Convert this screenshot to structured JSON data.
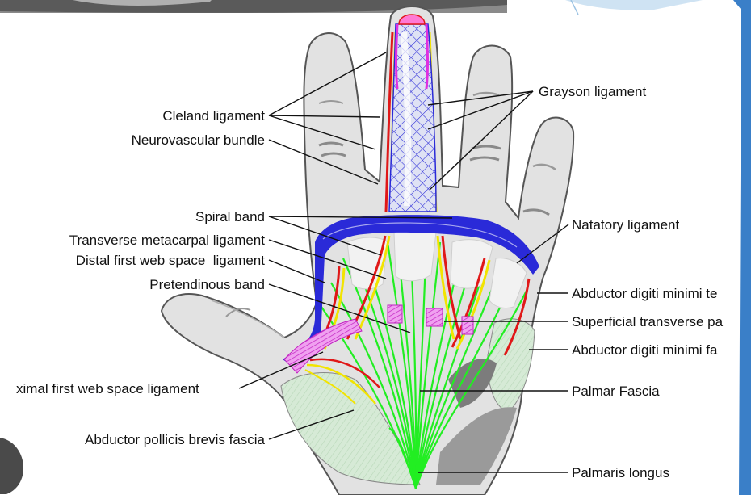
{
  "labels": {
    "cleland_ligament": "Cleland ligament",
    "neurovascular_bundle": "Neurovascular bundle",
    "spiral_band": "Spiral band",
    "transverse_metacarpal_ligament": "Transverse metacarpal ligament",
    "distal_first_web_space_ligament": "Distal first web space  ligament",
    "pretendinous_band": "Pretendinous band",
    "proximal_first_web_space_ligament": "ximal first web space ligament",
    "abductor_pollicis_brevis_fascia": "Abductor pollicis brevis fascia",
    "grayson_ligament": "Grayson ligament",
    "natatory_ligament": "Natatory ligament",
    "abductor_digiti_minimi_tendon": "Abductor digiti minimi te",
    "superficial_transverse": "Superficial transverse pa",
    "abductor_digiti_minimi_fascia": "Abductor digiti minimi fa",
    "palmar_fascia": "Palmar Fascia",
    "palmaris_longus": "Palmaris longus"
  },
  "colors": {
    "skin": "#e4e4e4",
    "skin_outline": "#555555",
    "fascia_green": "#22ee22",
    "ligament_blue": "#2a2ad8",
    "band_magenta": "#e030e0",
    "artery_red": "#e01818",
    "nerve_yellow": "#f2e400",
    "muscle_green": "#cfe6cf",
    "accent_blue": "#3a7fc8"
  }
}
